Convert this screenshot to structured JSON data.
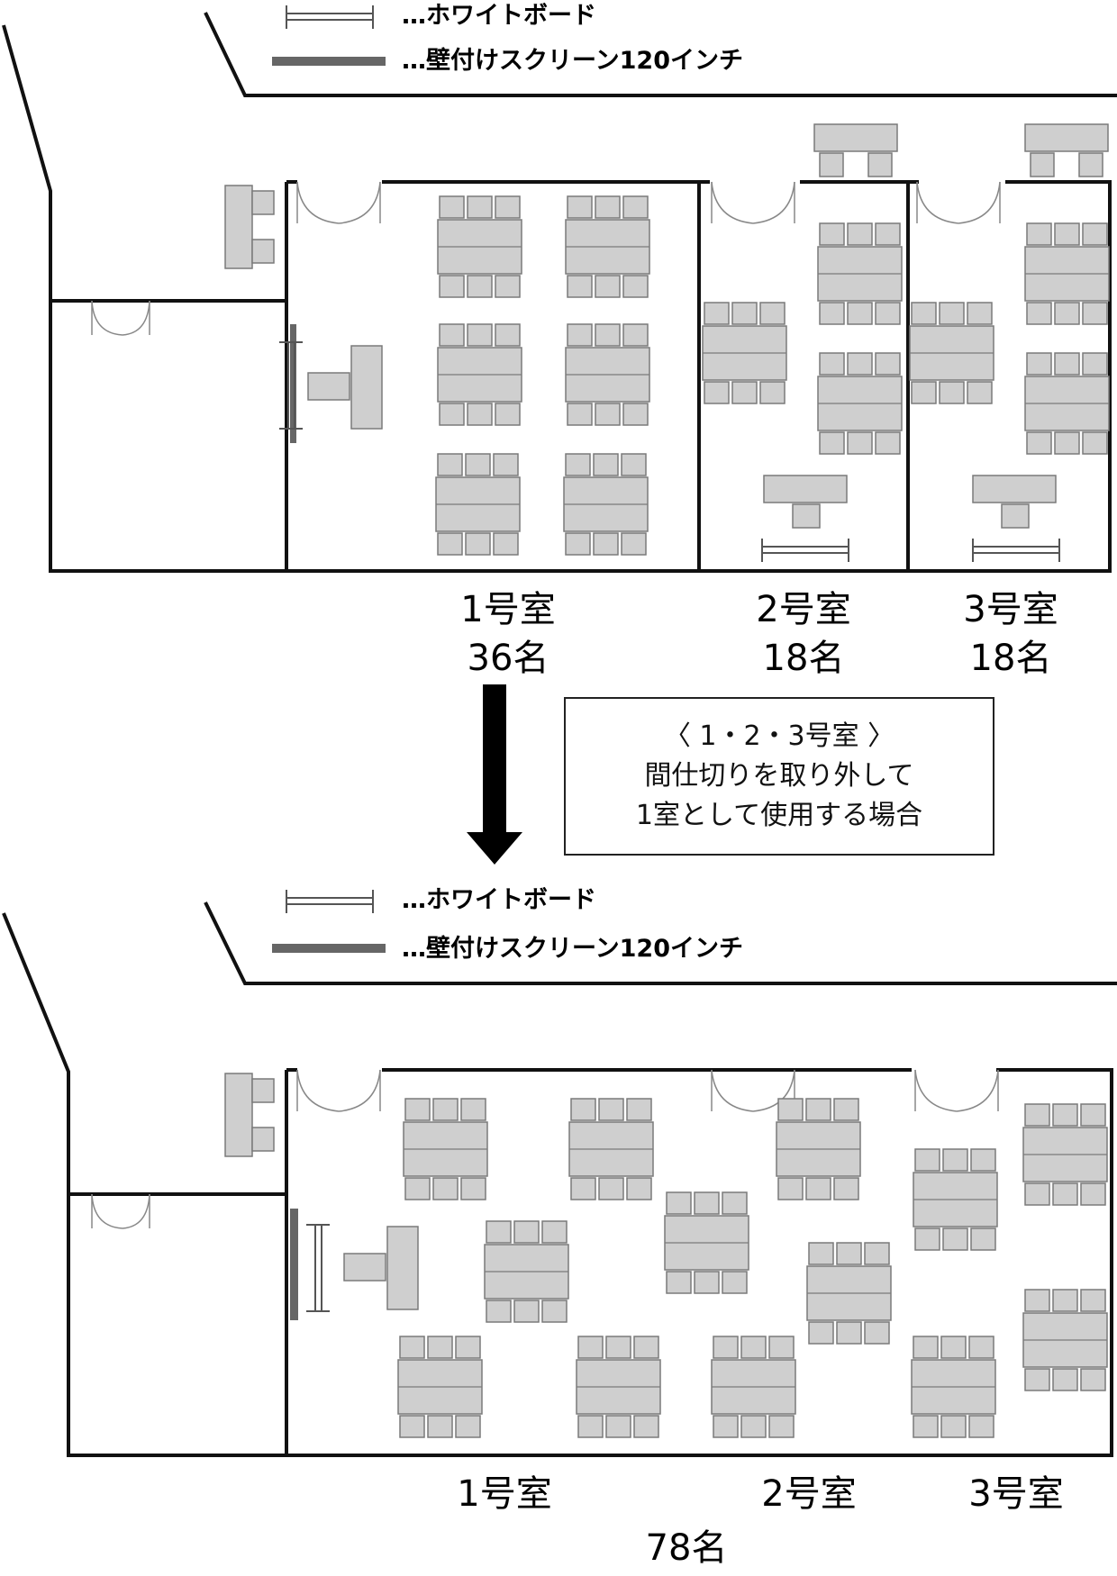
{
  "legend": {
    "whiteboard_label": "…ホワイトボード",
    "screen_label": "…壁付けスクリーン120インチ"
  },
  "before": {
    "rooms": [
      {
        "name": "1号室",
        "capacity": "36名"
      },
      {
        "name": "2号室",
        "capacity": "18名"
      },
      {
        "name": "3号室",
        "capacity": "18名"
      }
    ]
  },
  "note": {
    "line1": "〈 1・2・3号室 〉",
    "line2": "間仕切りを取り外して",
    "line3": "1室として使用する場合"
  },
  "after": {
    "rooms": [
      {
        "name": "1号室"
      },
      {
        "name": "2号室"
      },
      {
        "name": "3号室"
      }
    ],
    "capacity": "78名"
  },
  "colors": {
    "wall": "#111111",
    "furniture_fill": "#cfcfcf",
    "furniture_stroke": "#7a7a7a",
    "screen": "#666666",
    "arrow": "#000000"
  },
  "icons": [
    "whiteboard-icon",
    "wall-screen-icon",
    "door-icon",
    "table-cluster-icon",
    "down-arrow-icon"
  ]
}
